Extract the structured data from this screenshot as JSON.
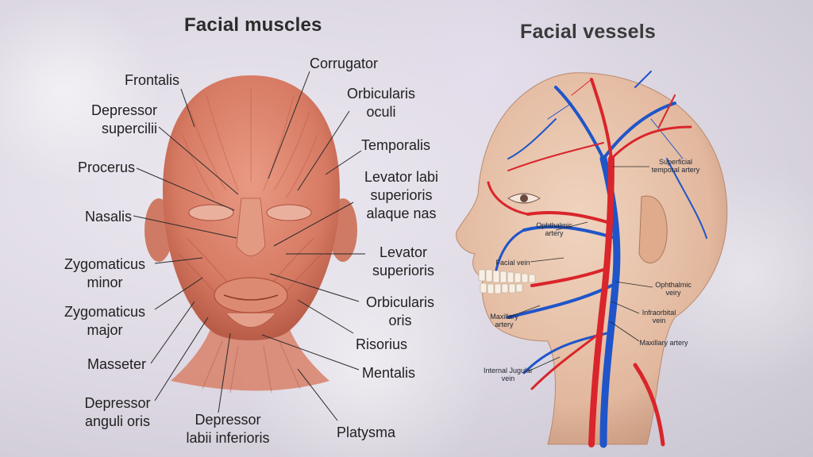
{
  "titles": {
    "muscles": "Facial muscles",
    "vessels": "Facial vessels"
  },
  "muscle_labels": {
    "frontalis": "Frontalis",
    "depressor_supercilii": "Depressor\nsupercilii",
    "procerus": "Procerus",
    "nasalis": "Nasalis",
    "zygomaticus_minor": "Zygomaticus\nminor",
    "zygomaticus_major": "Zygomaticus\nmajor",
    "masseter": "Masseter",
    "depressor_anguli_oris": "Depressor\nanguli oris",
    "depressor_labii_inferioris": "Depressor\nlabii inferioris",
    "corrugator": "Corrugator",
    "orbicularis_oculi": "Orbicularis\noculi",
    "temporalis": "Temporalis",
    "levator_labii_alaque": "Levator labi\nsuperioris\nalaque nas",
    "levator_superioris": "Levator\nsuperioris",
    "orbicularis_oris": "Orbicularis\noris",
    "risorius": "Risorius",
    "mentalis": "Mentalis",
    "platysma": "Platysma"
  },
  "vessel_labels": {
    "superficial_temporal_artery": "Superficial\ntemporal artery",
    "ophthalmic_artery": "Ophthalmic\nartery",
    "facial_vein": "Facial vein",
    "ophthalmic_veiry": "Ophthalmic\nveiry",
    "infraorbital_vein": "Infraorbital\nvein",
    "maxillary_artery_left": "Maxillary\nartery",
    "maxillary_artery_right": "Maxillary artery",
    "internal_jugular_vein": "Internal Jugular\nvein"
  },
  "colors": {
    "muscle": "#d77a63",
    "skin": "#e9c3ac",
    "artery": "#d9252b",
    "vein": "#1f55c9"
  }
}
